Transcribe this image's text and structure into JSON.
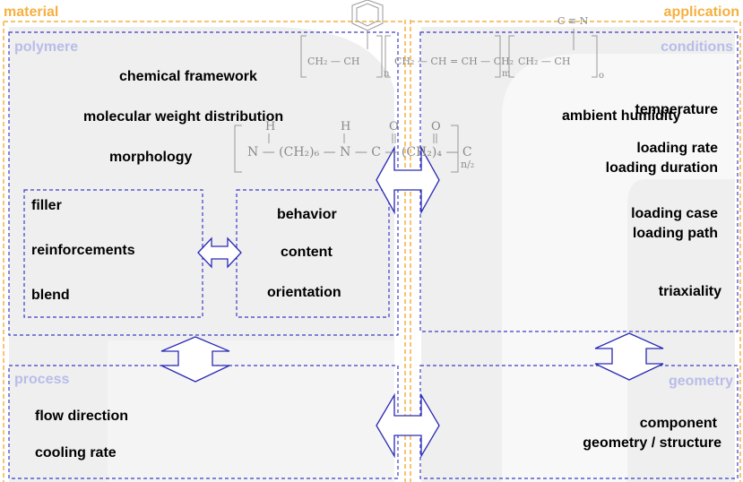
{
  "sections": {
    "material": "material",
    "application": "application"
  },
  "boxes": {
    "polymere": {
      "title": "polymere",
      "items": [
        "chemical framework",
        "molecular weight distribution",
        "morphology"
      ]
    },
    "additives": {
      "items": [
        "filler",
        "reinforcements",
        "blend"
      ]
    },
    "properties": {
      "items": [
        "behavior",
        "content",
        "orientation"
      ]
    },
    "process": {
      "title": "process",
      "items": [
        "flow direction",
        "cooling rate"
      ]
    },
    "conditions": {
      "title": "conditions",
      "items": [
        "temperature",
        "ambient  humidity",
        "loading rate",
        "loading duration",
        "loading case",
        "loading path",
        "triaxiality"
      ]
    },
    "geometry": {
      "title": "geometry",
      "items": [
        "component",
        "geometry / structure"
      ]
    }
  },
  "formulas": {
    "top": {
      "g1": "CH₂",
      "g2": "CH",
      "n": "n",
      "g3": "CH₂",
      "g4": "CH",
      "g5": "CH",
      "g6": "CH₂",
      "m": "m",
      "g7": "CH₂",
      "g8": "CH",
      "cn": "C ≡ N",
      "o": "o"
    },
    "nylon": {
      "h1": "H",
      "h2": "H",
      "chain": "N — (CH₂)₆ — N — C — (CH₂)₄ — C",
      "o1": "O",
      "o2": "O",
      "sub": "n/₂"
    }
  },
  "colors": {
    "section": "#f5b040",
    "box_border": "#3c3cc8",
    "heading": "#b8bde8",
    "arrow": "#2a2ab4",
    "background_shape": "#efefef",
    "formula": "#8a8a8a"
  }
}
